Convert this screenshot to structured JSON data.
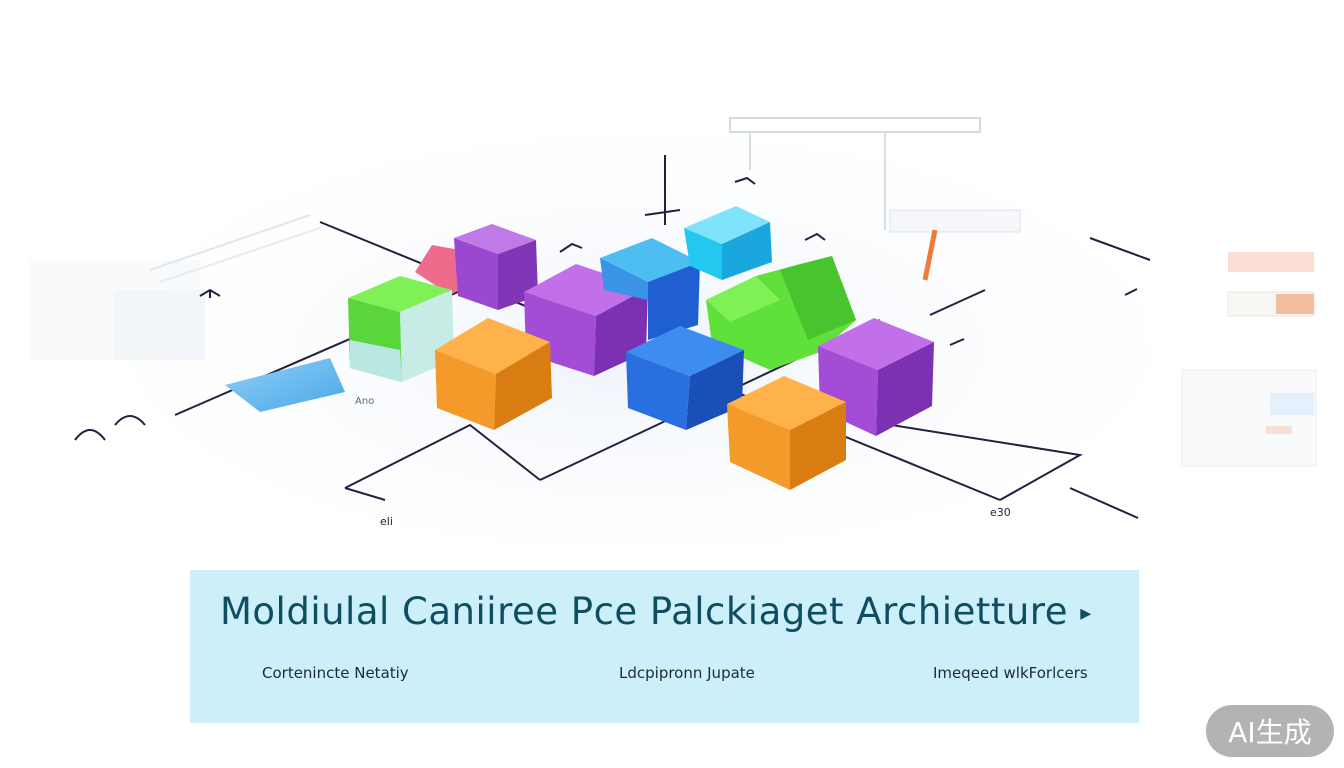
{
  "banner": {
    "title": "Moldiulal Caniiree Pce Palckiaget Archietture",
    "arrow": "▸",
    "subtitles": [
      "Cortenincte Netatiy",
      "Ldcpipronn Jupate",
      "Imeqeed wlkForlcers"
    ]
  },
  "badge": "AI生成",
  "colors": {
    "banner_bg": "#cdeffa",
    "title": "#0e4e5e",
    "green": "#5fe03a",
    "purple": "#a34cd6",
    "orange": "#f39a2a",
    "blue": "#2a6fe0",
    "cyan": "#22c8f0",
    "pink": "#ee6b8c"
  },
  "scene_labels": [
    "eli",
    "e30",
    "Ano"
  ]
}
